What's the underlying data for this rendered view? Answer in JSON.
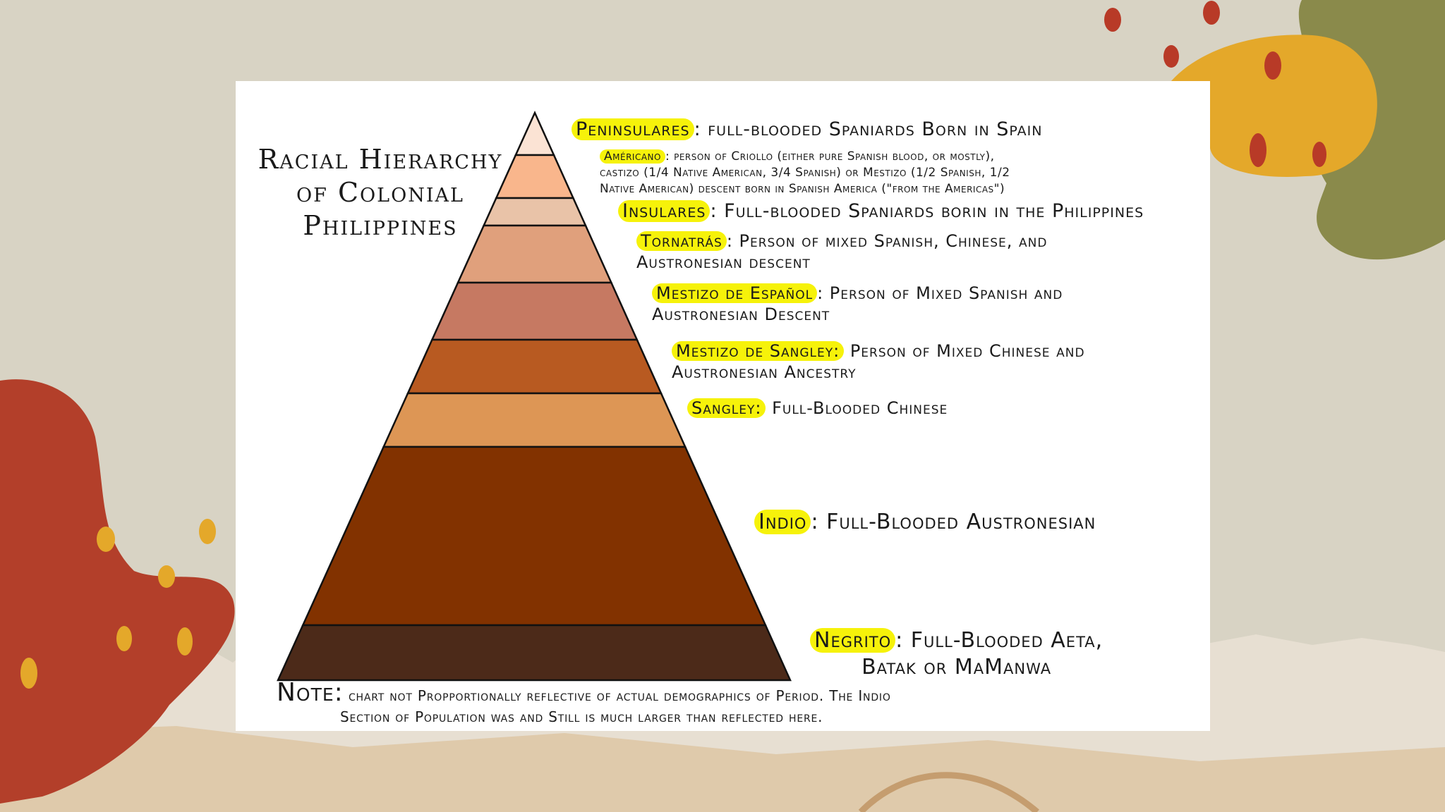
{
  "title": "Racial Hierarchy\nof Colonial\nPhilippines",
  "tiers": [
    {
      "name": "Peninsulares",
      "desc": ": full-blooded Spaniards Born in Spain",
      "desc2": "",
      "color": "#fbe3d4"
    },
    {
      "name": "Américano",
      "desc": ": person of Criollo (either pure Spanish blood, or mostly),",
      "desc2": "castizo (1/4 Native American, 3/4 Spanish) or Mestizo (1/2 Spanish, 1/2",
      "desc3": "Native American) descent born in Spanish America (\"from the Americas\")",
      "color": "#f9b68c"
    },
    {
      "name": "Insulares",
      "desc": ": Full-blooded Spaniards borin in the Philippines",
      "desc2": "",
      "color": "#e9c3a8"
    },
    {
      "name": "Tornatrás",
      "desc": ": Person of mixed Spanish, Chinese, and",
      "desc2": "Austronesian descent",
      "color": "#e0a07c"
    },
    {
      "name": "Mestizo de Español",
      "desc": ": Person of Mixed Spanish and",
      "desc2": "Austronesian Descent",
      "color": "#c67962"
    },
    {
      "name": "Mestizo de Sangley:",
      "desc": " Person of Mixed Chinese and",
      "desc2": "Austronesian Ancestry",
      "color": "#b85a21"
    },
    {
      "name": "Sangley:",
      "desc": " Full-Blooded Chinese",
      "desc2": "",
      "color": "#dd9655"
    },
    {
      "name": "Indio",
      "desc": ": Full-Blooded Austronesian",
      "desc2": "",
      "color": "#823200"
    },
    {
      "name": "Negrito",
      "desc": ": Full-Blooded Aeta,",
      "desc2": "Batak or MaManwa",
      "color": "#4c2a19"
    }
  ],
  "note": {
    "head": "Note:",
    "line1": " chart not Propportionally reflective of actual demographics of Period. The Indio",
    "line2": "Section of Population was and Still is much larger than reflected here."
  },
  "colors": {
    "background": "#d8d3c4",
    "highlight": "#f6f20a",
    "blob_red": "#b33f2a",
    "blob_yellow": "#e4a82a",
    "blob_olive": "#8a8a4b",
    "dots_red": "#b83a27"
  }
}
